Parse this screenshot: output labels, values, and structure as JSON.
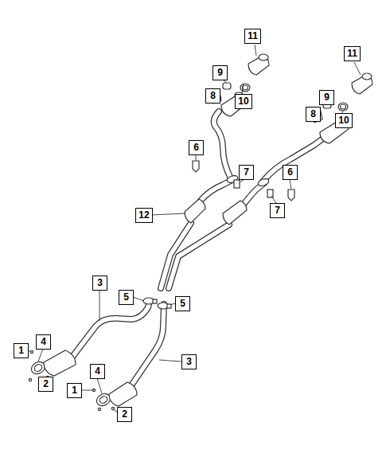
{
  "diagram": {
    "labels": [
      "11",
      "11",
      "9",
      "10",
      "8",
      "9",
      "10",
      "8",
      "6",
      "7",
      "6",
      "12",
      "7",
      "3",
      "5",
      "5",
      "4",
      "1",
      "2",
      "3",
      "4",
      "1",
      "2"
    ]
  }
}
